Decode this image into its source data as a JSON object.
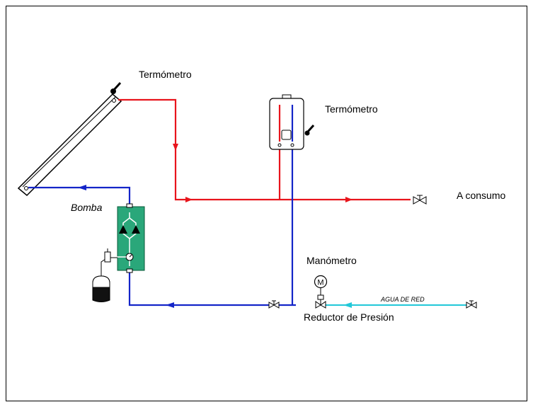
{
  "labels": {
    "thermometer_collector": "Termómetro",
    "thermometer_heater": "Termómetro",
    "consumption": "A consumo",
    "pump": "Bomba",
    "pressure_gauge": "Manómetro",
    "gauge_symbol": "M",
    "pressure_reducer": "Reductor de Presión",
    "mains_water": "AGUA DE RED"
  },
  "colors": {
    "hot_line": "#e8141c",
    "cold_line": "#1425c8",
    "mains_line": "#22c8d8",
    "pump_station": "#2aa77a",
    "outline": "#000000"
  }
}
